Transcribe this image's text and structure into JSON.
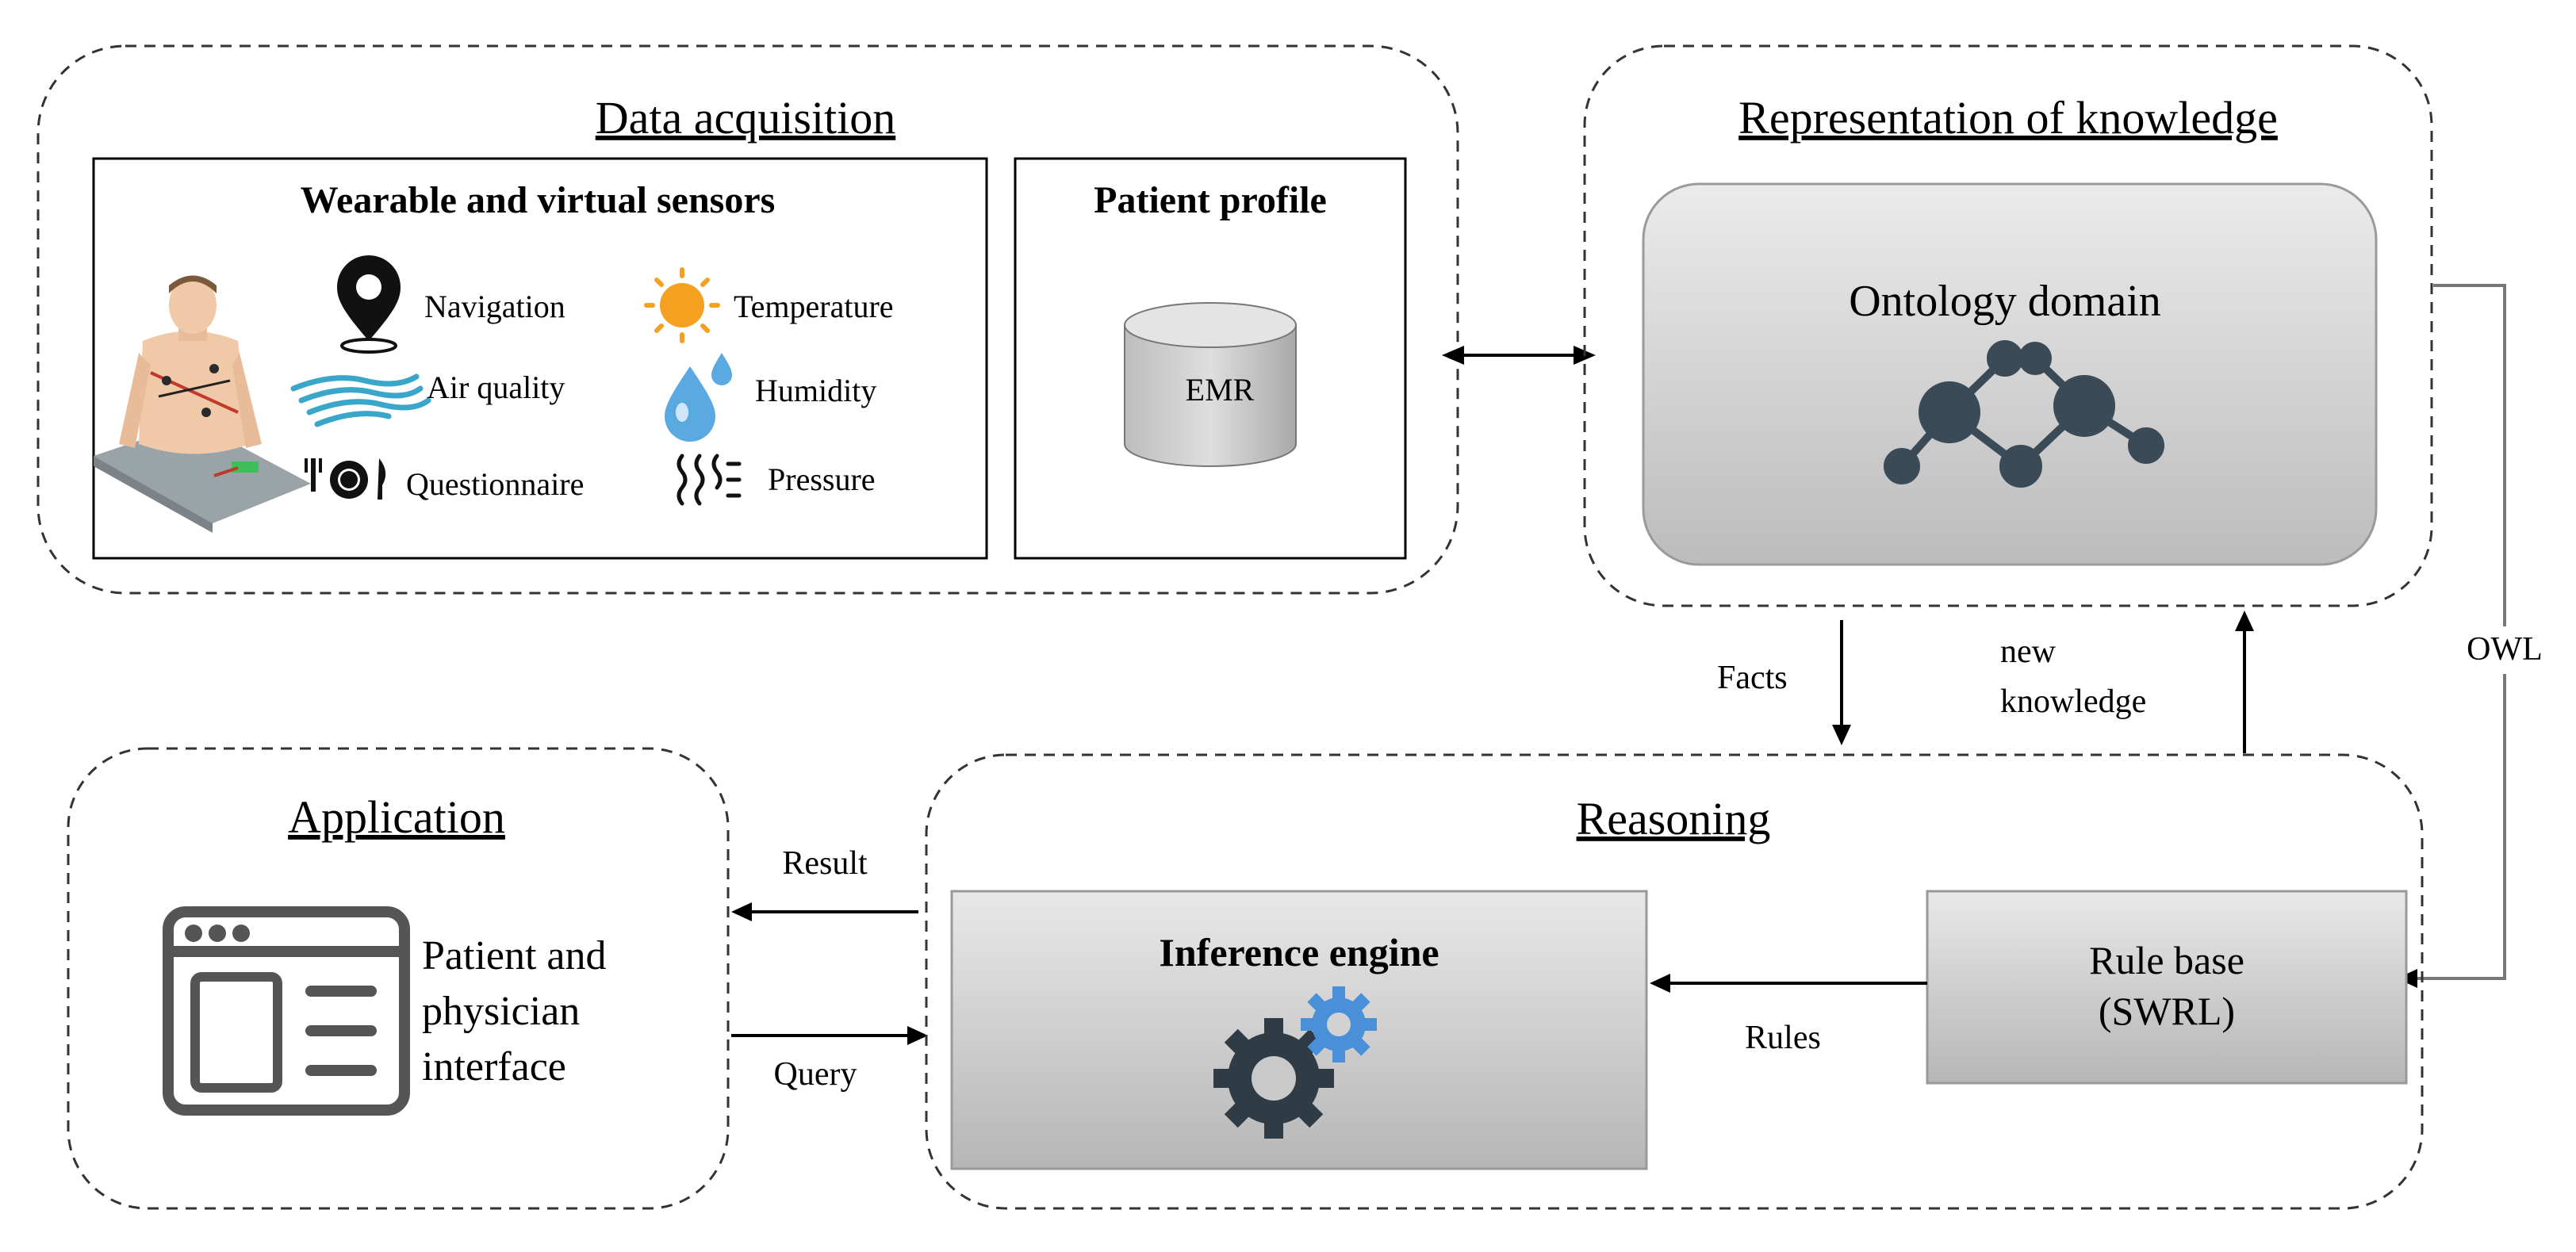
{
  "data_acquisition": {
    "title": "Data acquisition",
    "sensors_title": "Wearable and virtual sensors",
    "sensors": {
      "navigation": "Navigation",
      "temperature": "Temperature",
      "air_quality": "Air quality",
      "humidity": "Humidity",
      "questionnaire": "Questionnaire",
      "pressure": "Pressure"
    },
    "profile_title": "Patient profile",
    "emr": "EMR"
  },
  "knowledge": {
    "title": "Representation of knowledge",
    "ontology": "Ontology domain"
  },
  "reasoning": {
    "title": "Reasoning",
    "inference": "Inference engine",
    "rule_base_line1": "Rule base",
    "rule_base_line2": "(SWRL)"
  },
  "application": {
    "title": "Application",
    "interface_line1": "Patient and",
    "interface_line2": "physician",
    "interface_line3": "interface"
  },
  "connectors": {
    "facts": "Facts",
    "new_knowledge_line1": "new",
    "new_knowledge_line2": "knowledge",
    "owl": "OWL",
    "result": "Result",
    "query": "Query",
    "rules": "Rules"
  },
  "colors": {
    "box_gray_light": "#e6e6e6",
    "box_gray_dark": "#b9b9b9",
    "molecule": "#3a4a56",
    "gear_dark": "#2f3b45",
    "gear_blue": "#4a90d9",
    "sun": "#f4a020",
    "air": "#3aa6c9",
    "humidity": "#5aa9e0"
  }
}
